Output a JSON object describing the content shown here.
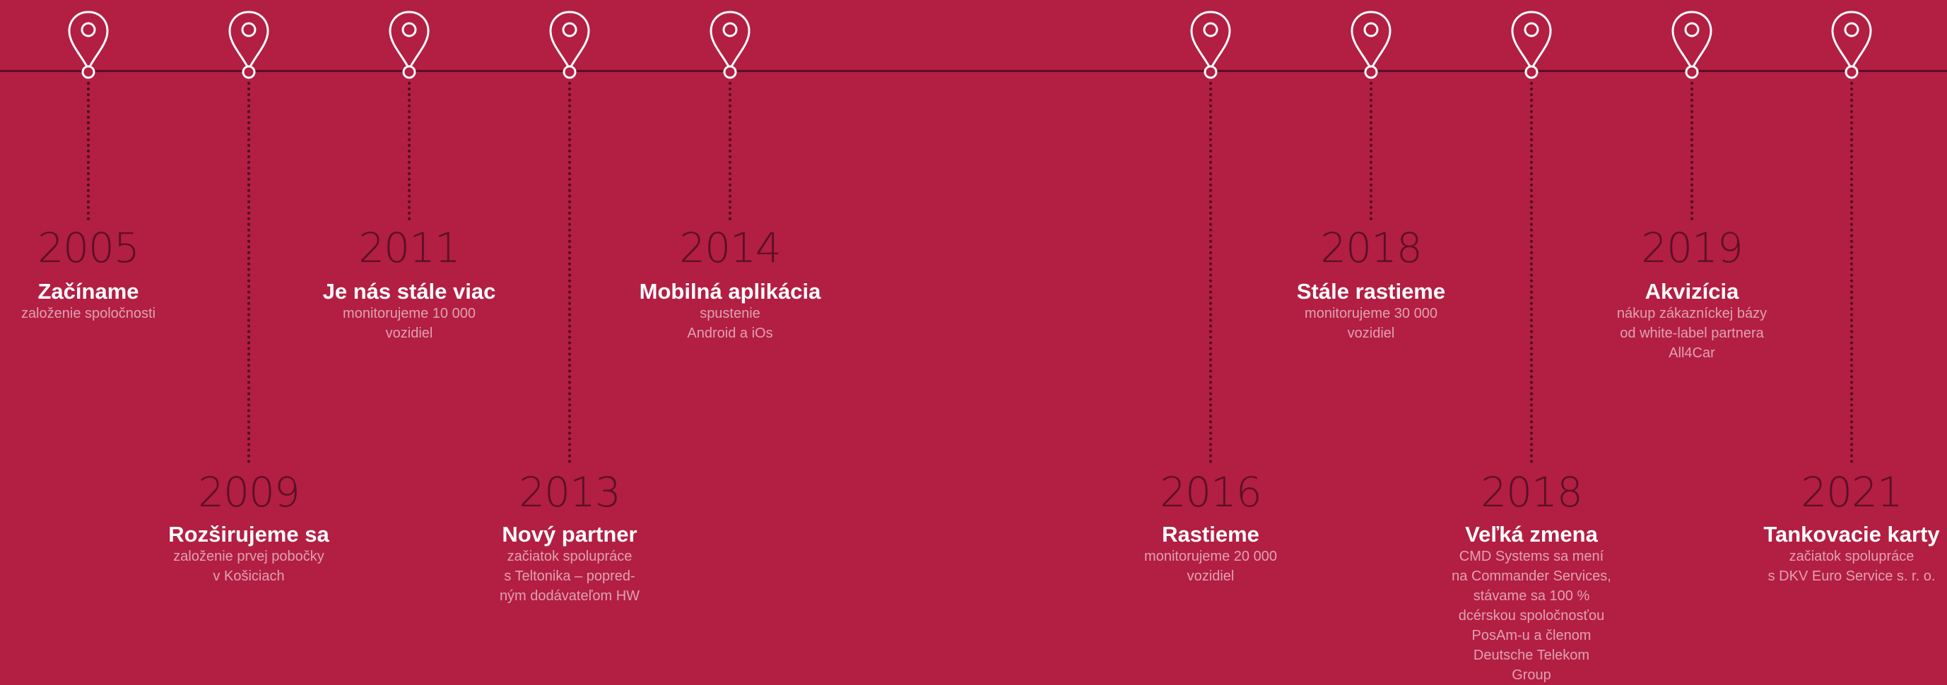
{
  "colors": {
    "background": "#b31e43",
    "line": "#5a1024",
    "text": "#ffffff"
  },
  "milestones": [
    {
      "year": "2005",
      "title": "Začíname",
      "desc": [
        "založenie spoločnosti"
      ]
    },
    {
      "year": "2009",
      "title": "Rozširujeme sa",
      "desc": [
        "založenie prvej pobočky",
        "v Košiciach"
      ]
    },
    {
      "year": "2011",
      "title": "Je nás stále viac",
      "desc": [
        "monitorujeme 10 000",
        "vozidiel"
      ]
    },
    {
      "year": "2013",
      "title": "Nový partner",
      "desc": [
        "začiatok spolupráce",
        "s Teltonika – popred-",
        "ným dodávateľom HW"
      ]
    },
    {
      "year": "2014",
      "title": "Mobilná aplikácia",
      "desc": [
        "spustenie",
        "Android a iOs"
      ]
    },
    {
      "year": "2016",
      "title": "Rastieme",
      "desc": [
        "monitorujeme 20 000",
        "vozidiel"
      ]
    },
    {
      "year": "2018",
      "title": "Stále rastieme",
      "desc": [
        "monitorujeme 30 000",
        "vozidiel"
      ]
    },
    {
      "year": "2018",
      "title": "Veľká zmena",
      "desc": [
        "CMD Systems sa mení",
        "na Commander Services,",
        "stávame sa 100 %",
        "dcérskou spoločnosťou",
        "PosAm-u a členom",
        "Deutsche Telekom",
        "Group"
      ]
    },
    {
      "year": "2019",
      "title": "Akvizícia",
      "desc": [
        "nákup zákazníckej bázy",
        "od white-label partnera",
        "All4Car"
      ]
    },
    {
      "year": "2021",
      "title": "Tankovacie karty",
      "desc": [
        "začiatok spolupráce",
        "s DKV Euro Service s. r. o."
      ]
    }
  ]
}
